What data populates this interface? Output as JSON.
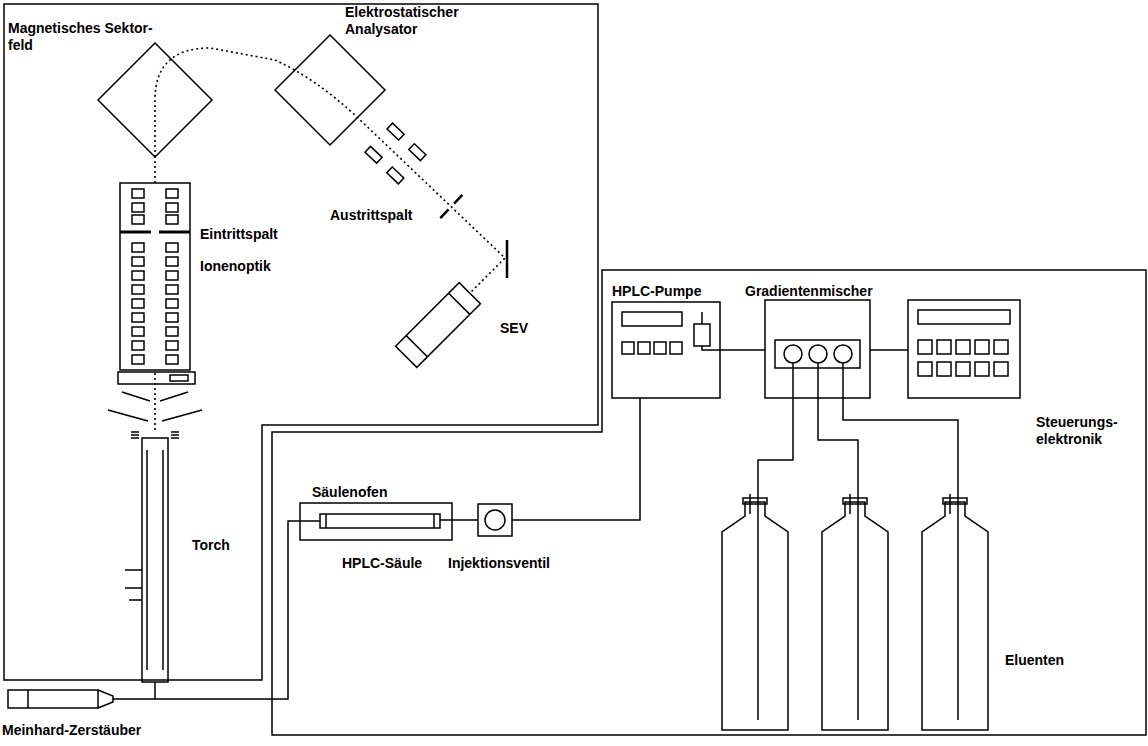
{
  "diagram": {
    "nodes": [
      {
        "text": [
          "Magnetisches Sektor- feld"
        ]
      },
      {
        "text": [
          "Elektrostatischer Analysator"
        ]
      },
      {
        "text": [
          "Ionenoptik"
        ]
      },
      {
        "text": [
          "SEV"
        ]
      },
      {
        "text": [
          "Torch"
        ]
      },
      {
        "text": [
          "Meinhard-Zerstäuber"
        ]
      },
      {
        "text": [
          "HPLC-Pumpe"
        ]
      },
      {
        "text": [
          "Gradientenmischer"
        ]
      },
      {
        "text": [
          "Steuerungs- elektronik"
        ]
      },
      {
        "text": [
          "Säulenofen"
        ]
      },
      {
        "text": [
          "HPLC-Säule"
        ],
        "in": 9
      },
      {
        "text": [
          "Injektionsventil"
        ]
      },
      {
        "text": [
          "Eluenten"
        ]
      }
    ],
    "edges": [
      {
        "from": 7,
        "to": 6,
        "arrow": "none"
      },
      {
        "from": 6,
        "to": 11,
        "arrow": "none"
      },
      {
        "from": 11,
        "to": 10,
        "arrow": "none"
      },
      {
        "from": 10,
        "to": 5,
        "arrow": "none"
      },
      {
        "from": 5,
        "to": 4,
        "arrow": "none"
      },
      {
        "from": 12,
        "to": 7,
        "arrow": "none"
      },
      {
        "from": 7,
        "to": 8,
        "arrow": "none"
      },
      {
        "from": 4,
        "to": 2,
        "arrow": "none"
      },
      {
        "from": 2,
        "to": 0,
        "arrow": "none"
      },
      {
        "from": 0,
        "to": 1,
        "arrow": "none"
      },
      {
        "from": 1,
        "to": 3,
        "arrow": "none"
      }
    ],
    "labels": [
      "Austrittspalt",
      "Eintrittspalt"
    ]
  }
}
